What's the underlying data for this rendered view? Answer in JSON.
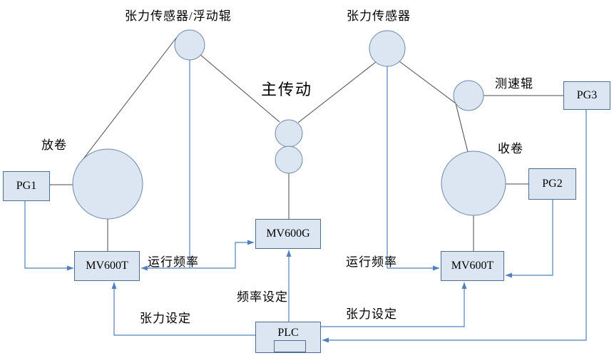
{
  "diagram": {
    "labels": {
      "tension_sensor_floating_roller": "张力传感器/浮动辊",
      "tension_sensor": "张力传感器",
      "main_drive": "主传动",
      "speed_roller": "测速辊",
      "unwind": "放卷",
      "rewind": "收卷",
      "running_frequency_left": "运行频率",
      "running_frequency_right": "运行频率",
      "frequency_setting": "频率设定",
      "tension_setting_left": "张力设定",
      "tension_setting_right": "张力设定"
    },
    "boxes": {
      "pg1": "PG1",
      "pg2": "PG2",
      "pg3": "PG3",
      "mv600t_left": "MV600T",
      "mv600g": "MV600G",
      "mv600t_right": "MV600T",
      "plc": "PLC"
    },
    "colors": {
      "node_fill": "#dbe6f2",
      "node_stroke": "#6d89a8",
      "box_stroke": "#4f6d91",
      "signal_line": "#4f81bd",
      "mechanical_line": "#4a4a4a",
      "text": "#000000",
      "background": "#ffffff"
    }
  }
}
